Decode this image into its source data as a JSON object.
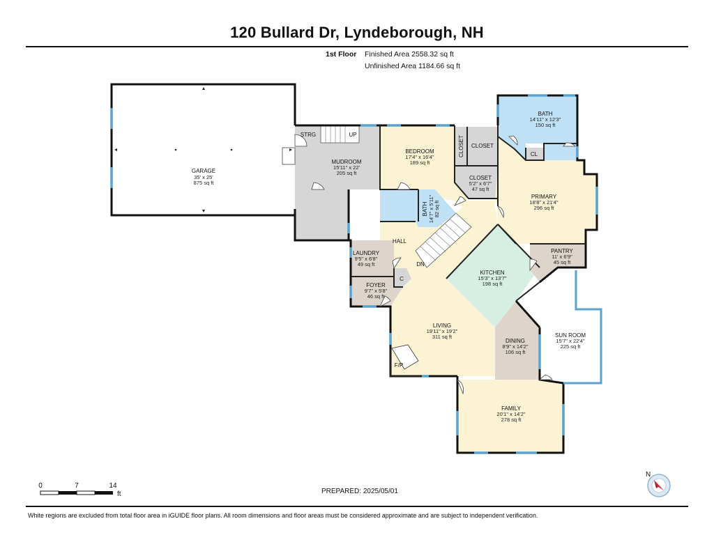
{
  "title": "120 Bullard Dr, Lyndeborough, NH",
  "floor": {
    "name": "1st Floor",
    "finished": "Finished Area 2558.32 sq ft",
    "unfinished": "Unfinished Area 1184.66 sq ft"
  },
  "rooms": {
    "garage": {
      "name": "GARAGE",
      "dims": "35' x 25'",
      "area": "875 sq ft"
    },
    "mudroom": {
      "name": "MUDROOM",
      "dims": "15'11\" x 22'",
      "area": "205 sq ft"
    },
    "strg": {
      "name": "STRG"
    },
    "up": {
      "name": "UP"
    },
    "bedroom": {
      "name": "BEDROOM",
      "dims": "17'4\" x 16'4\"",
      "area": "189 sq ft"
    },
    "closet_a": {
      "name": "CLOSET"
    },
    "closet_b": {
      "name": "CLOSET"
    },
    "closet_c": {
      "name": "CLOSET",
      "dims": "5'2\" x 6'7\"",
      "area": "47 sq ft"
    },
    "bath_main": {
      "name": "BATH",
      "dims": "14'11\" x 12'3\"",
      "area": "150 sq ft"
    },
    "cl": {
      "name": "CL"
    },
    "primary": {
      "name": "PRIMARY",
      "dims": "18'8\" x 21'4\"",
      "area": "296 sq ft"
    },
    "bath_small": {
      "name": "BATH",
      "dims": "14'7\" x 5'11\"",
      "area": "82 sq ft"
    },
    "hall": {
      "name": "HALL"
    },
    "dn": {
      "name": "DN"
    },
    "laundry": {
      "name": "LAUNDRY",
      "dims": "9'5\" x 6'8\"",
      "area": "49 sq ft"
    },
    "c": {
      "name": "C"
    },
    "foyer": {
      "name": "FOYER",
      "dims": "9'7\" x 5'8\"",
      "area": "46 sq ft"
    },
    "pantry": {
      "name": "PANTRY",
      "dims": "11' x 6'9\"",
      "area": "45 sq ft"
    },
    "kitchen": {
      "name": "KITCHEN",
      "dims": "15'3\" x 13'7\"",
      "area": "198 sq ft"
    },
    "living": {
      "name": "LIVING",
      "dims": "19'11\" x 19'2\"",
      "area": "311 sq ft"
    },
    "fp": {
      "name": "F/P"
    },
    "dining": {
      "name": "DINING",
      "dims": "8'9\" x 14'2\"",
      "area": "106 sq ft"
    },
    "sunroom": {
      "name": "SUN ROOM",
      "dims": "15'7\" x 22'4\"",
      "area": "225 sq ft"
    },
    "family": {
      "name": "FAMILY",
      "dims": "20'1\" x 14'2\"",
      "area": "278 sq ft"
    }
  },
  "scale": {
    "t0": "0",
    "t1": "7",
    "t2": "14",
    "unit": "ft"
  },
  "compass": {
    "label": "N"
  },
  "prepared": "PREPARED: 2025/05/01",
  "footer": "White regions are excluded from total floor area in iGUIDE floor plans. All room dimensions and floor areas must be considered approximate and are subject to independent verification.",
  "colors": {
    "unfinished": "#d6d6d6",
    "finished": "#fbf3d4",
    "bath": "#bfe0f5",
    "kitchen": "#d6efe2",
    "dining": "#ddd5cc",
    "walls": "#111111",
    "windows": "#5aa3cf"
  }
}
